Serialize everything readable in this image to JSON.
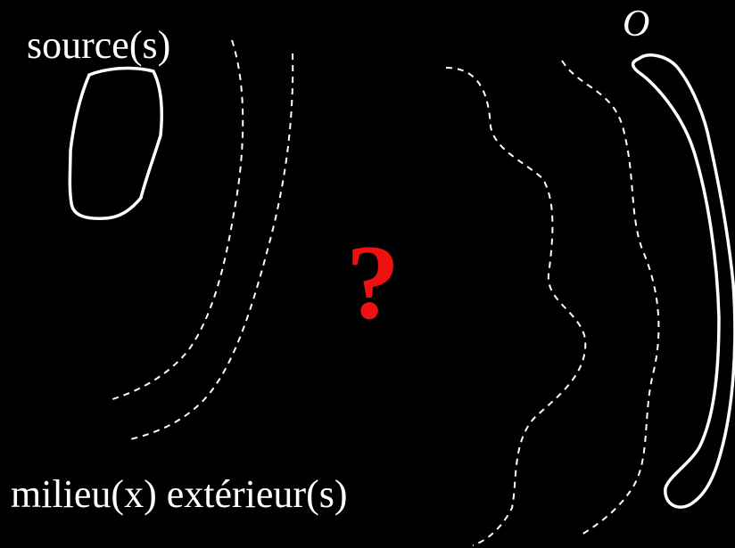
{
  "diagram": {
    "source_label": "source(s)",
    "environment_label": "milieu(x) extérieur(s)",
    "unknown_symbol": "?",
    "observer_label": "O",
    "colors": {
      "background": "#000000",
      "line": "#ffffff",
      "question": "#ee1111"
    }
  }
}
